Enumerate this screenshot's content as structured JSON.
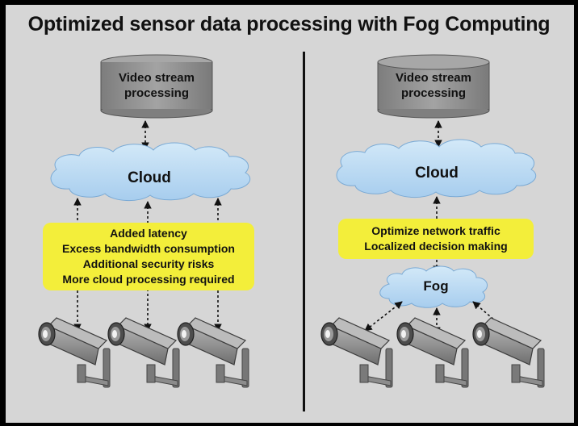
{
  "title": "Optimized sensor data processing with Fog Computing",
  "left": {
    "database_label": [
      "Video stream",
      "processing"
    ],
    "cloud_label": "Cloud",
    "issues": [
      "Added latency",
      "Excess bandwidth consumption",
      "Additional security risks",
      "More cloud processing required"
    ]
  },
  "right": {
    "database_label": [
      "Video stream",
      "processing"
    ],
    "cloud_label": "Cloud",
    "benefits": [
      "Optimize network traffic",
      "Localized decision making"
    ],
    "fog_label": "Fog"
  },
  "colors": {
    "background": "#d6d6d6",
    "database": "#8f8f8f",
    "cloud": "#b5d8f2",
    "highlight": "#f3ee3a",
    "camera": "#8a8a8a"
  }
}
